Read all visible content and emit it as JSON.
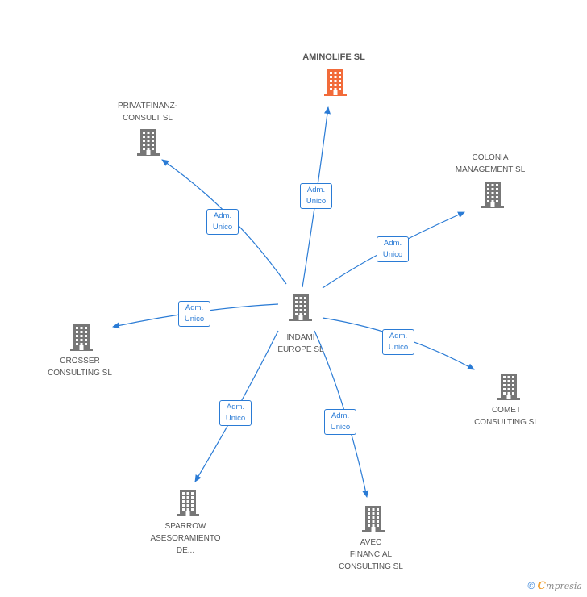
{
  "colors": {
    "edge": "#2a7bd5",
    "node": "#777777",
    "highlight": "#f26b3a"
  },
  "center": {
    "id": "indami",
    "lines": [
      "INDAMI",
      "EUROPE SL"
    ]
  },
  "nodes": [
    {
      "id": "aminolife",
      "lines": [
        "AMINOLIFE SL"
      ],
      "highlight": true,
      "edge": [
        "Adm.",
        "Unico"
      ]
    },
    {
      "id": "privat",
      "lines": [
        "PRIVATFINANZ-",
        "CONSULT SL"
      ],
      "edge": [
        "Adm.",
        "Unico"
      ]
    },
    {
      "id": "colonia",
      "lines": [
        "COLONIA",
        "MANAGEMENT SL"
      ],
      "edge": [
        "Adm.",
        "Unico"
      ]
    },
    {
      "id": "crosser",
      "lines": [
        "CROSSER",
        "CONSULTING SL"
      ],
      "edge": [
        "Adm.",
        "Unico"
      ]
    },
    {
      "id": "comet",
      "lines": [
        "COMET",
        "CONSULTING SL"
      ],
      "edge": [
        "Adm.",
        "Unico"
      ]
    },
    {
      "id": "sparrow",
      "lines": [
        "SPARROW",
        "ASESORAMIENTO",
        "DE..."
      ],
      "edge": [
        "Adm.",
        "Unico"
      ]
    },
    {
      "id": "avec",
      "lines": [
        "AVEC",
        "FINANCIAL",
        "CONSULTING SL"
      ],
      "edge": [
        "Adm.",
        "Unico"
      ]
    }
  ],
  "footer": {
    "copyright": "©",
    "brand_initial": "C",
    "brand_rest": "mpresia"
  }
}
